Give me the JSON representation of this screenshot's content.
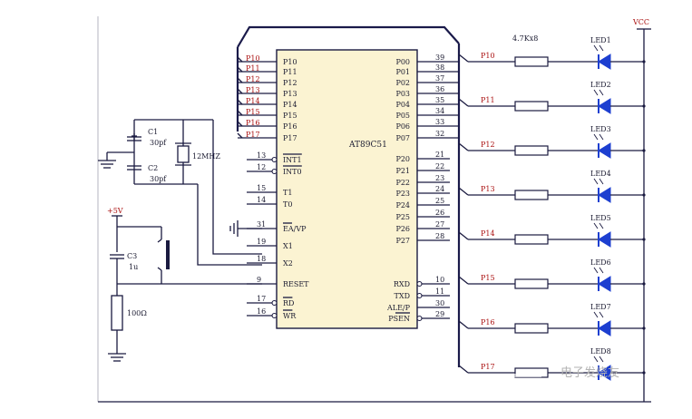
{
  "chip": {
    "name": "AT89C51",
    "left_pins": [
      {
        "name": "P10",
        "num": ""
      },
      {
        "name": "P11",
        "num": ""
      },
      {
        "name": "P12",
        "num": ""
      },
      {
        "name": "P13",
        "num": ""
      },
      {
        "name": "P14",
        "num": ""
      },
      {
        "name": "P15",
        "num": ""
      },
      {
        "name": "P16",
        "num": ""
      },
      {
        "name": "P17",
        "num": ""
      },
      {
        "name": "INT1",
        "num": "13"
      },
      {
        "name": "INT0",
        "num": "12"
      },
      {
        "name": "T1",
        "num": "15"
      },
      {
        "name": "T0",
        "num": "14"
      },
      {
        "name": "EA/VP",
        "num": "31"
      },
      {
        "name": "X1",
        "num": "19"
      },
      {
        "name": "X2",
        "num": "18"
      },
      {
        "name": "RESET",
        "num": "9"
      },
      {
        "name": "RD",
        "num": "17"
      },
      {
        "name": "WR",
        "num": "16"
      }
    ],
    "right_pins": [
      {
        "name": "P00",
        "num": "39"
      },
      {
        "name": "P01",
        "num": "38"
      },
      {
        "name": "P02",
        "num": "37"
      },
      {
        "name": "P03",
        "num": "36"
      },
      {
        "name": "P04",
        "num": "35"
      },
      {
        "name": "P05",
        "num": "34"
      },
      {
        "name": "P06",
        "num": "33"
      },
      {
        "name": "P07",
        "num": "32"
      },
      {
        "name": "P20",
        "num": "21"
      },
      {
        "name": "P21",
        "num": "22"
      },
      {
        "name": "P22",
        "num": "23"
      },
      {
        "name": "P23",
        "num": "24"
      },
      {
        "name": "P24",
        "num": "25"
      },
      {
        "name": "P25",
        "num": "26"
      },
      {
        "name": "P26",
        "num": "27"
      },
      {
        "name": "P27",
        "num": "28"
      },
      {
        "name": "RXD",
        "num": "10"
      },
      {
        "name": "TXD",
        "num": "11"
      },
      {
        "name": "ALE/P",
        "num": "30"
      },
      {
        "name": "PSEN",
        "num": "29"
      }
    ]
  },
  "bus_labels": [
    "P10",
    "P11",
    "P12",
    "P13",
    "P14",
    "P15",
    "P16",
    "P17"
  ],
  "led_channels": [
    "P10",
    "P11",
    "P12",
    "P13",
    "P14",
    "P15",
    "P16",
    "P17"
  ],
  "leds": [
    "LED1",
    "LED2",
    "LED3",
    "LED4",
    "LED5",
    "LED6",
    "LED7",
    "LED8"
  ],
  "resistor_array_label": "4.7Kx8",
  "vcc_label": "VCC",
  "crystal_label": "12MHZ",
  "c1_label": "C1",
  "c1_value": "30pf",
  "c2_label": "C2",
  "c2_value": "30pf",
  "c3_label": "C3",
  "c3_value": "1u",
  "reset_resistor_label": "100Ω",
  "supply_label": "+5V",
  "watermark": "电子发烧友"
}
